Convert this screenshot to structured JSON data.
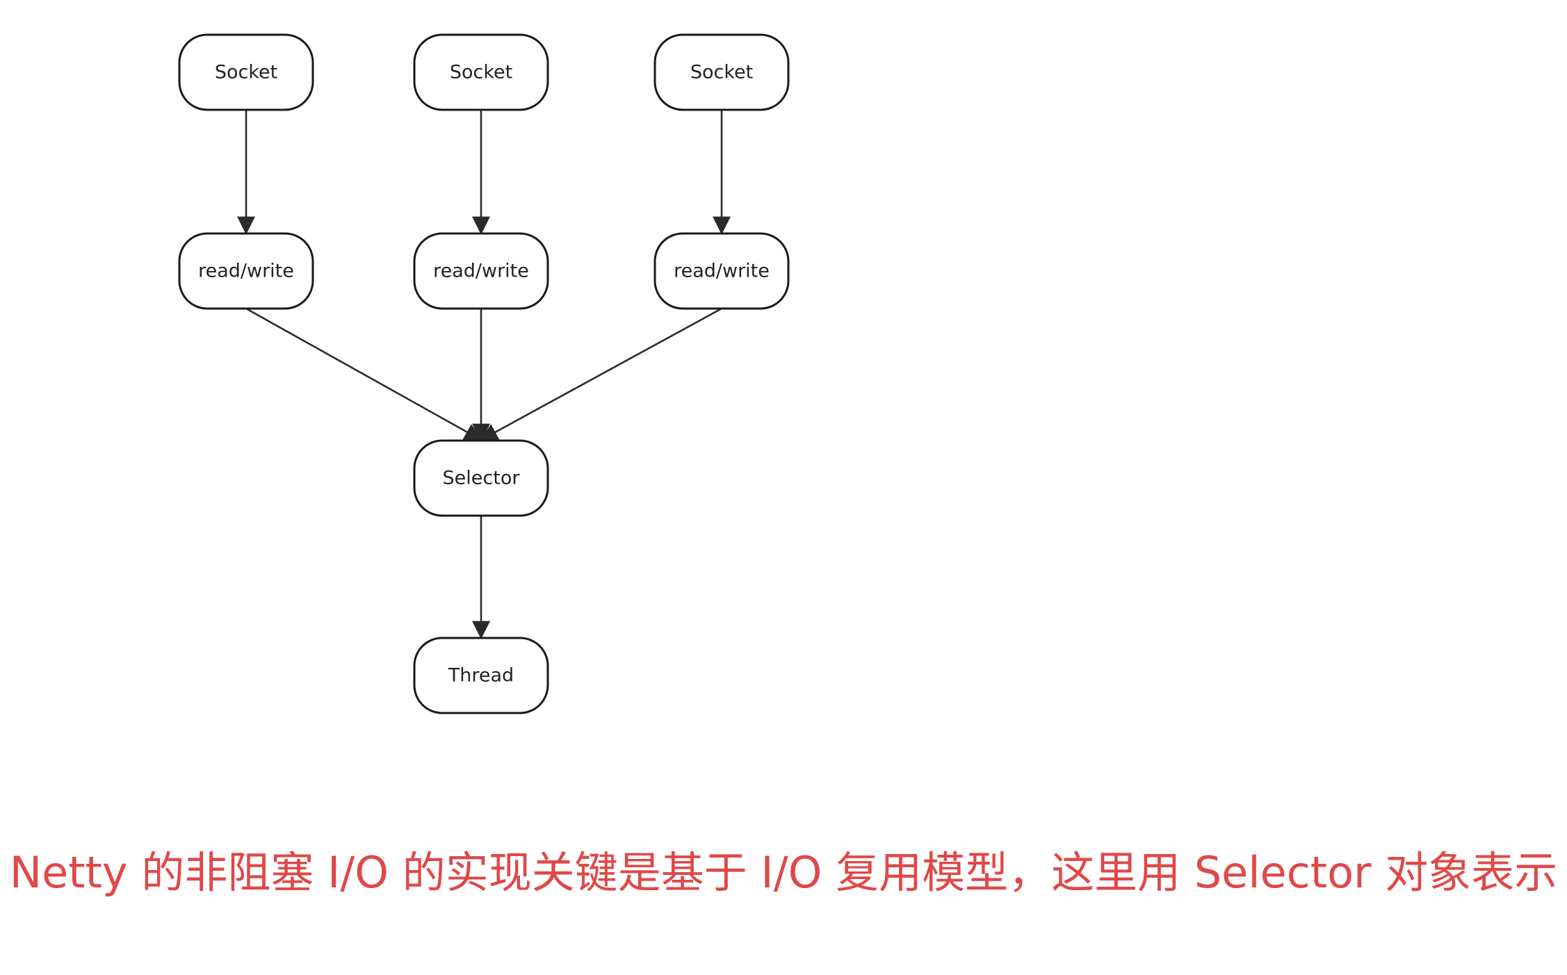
{
  "nodes": [
    {
      "id": "socket-1",
      "label": "Socket"
    },
    {
      "id": "socket-2",
      "label": "Socket"
    },
    {
      "id": "socket-3",
      "label": "Socket"
    },
    {
      "id": "rw-1",
      "label": "read/write"
    },
    {
      "id": "rw-2",
      "label": "read/write"
    },
    {
      "id": "rw-3",
      "label": "read/write"
    },
    {
      "id": "selector",
      "label": "Selector"
    },
    {
      "id": "thread",
      "label": "Thread"
    }
  ],
  "edges": [
    {
      "from": "socket-1",
      "to": "rw-1"
    },
    {
      "from": "socket-2",
      "to": "rw-2"
    },
    {
      "from": "socket-3",
      "to": "rw-3"
    },
    {
      "from": "rw-1",
      "to": "selector"
    },
    {
      "from": "rw-2",
      "to": "selector"
    },
    {
      "from": "rw-3",
      "to": "selector"
    },
    {
      "from": "selector",
      "to": "thread"
    }
  ],
  "colors": {
    "caption": "#e04848",
    "stroke": "#1a1a1a"
  },
  "caption": "Netty 的非阻塞 I/O 的实现关键是基于 I/O 复用模型，这里用 Selector 对象表示"
}
